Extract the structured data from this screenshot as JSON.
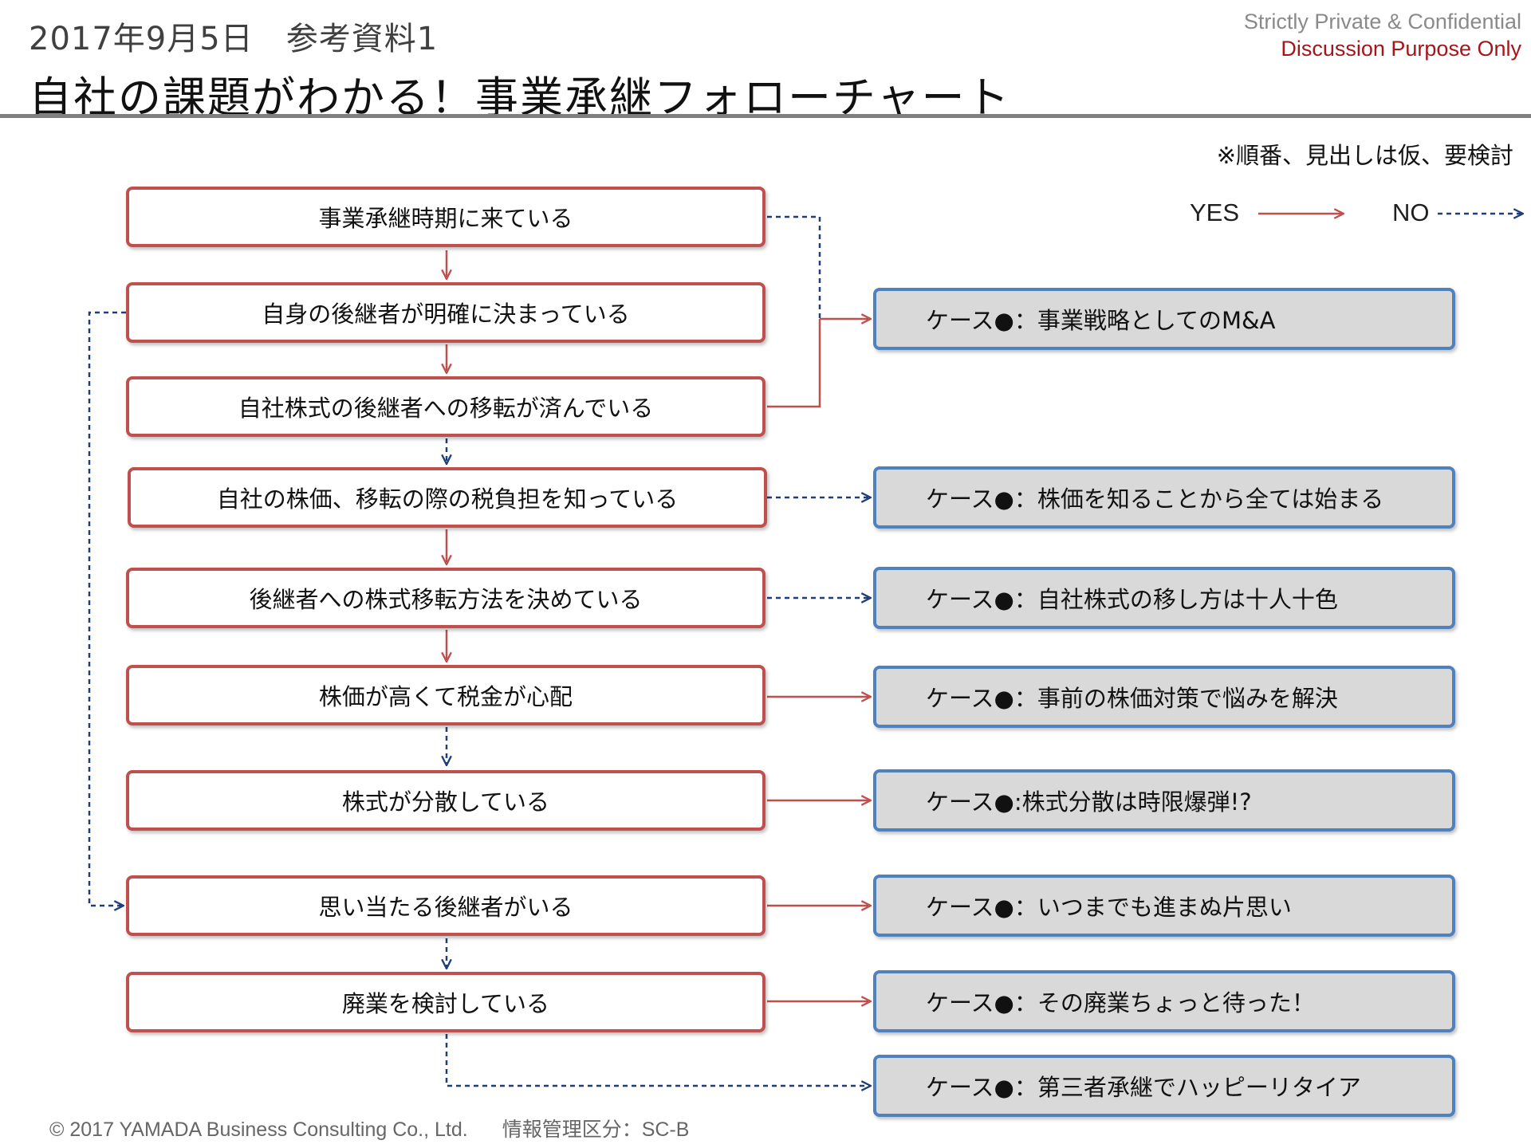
{
  "header": {
    "date_ref": "2017年9月5日　参考資料1",
    "title": "自社の課題がわかる！事業承継フォローチャート",
    "confidential_line1": "Strictly Private & Confidential",
    "confidential_line2": "Discussion Purpose Only",
    "note": "※順番、見出しは仮、要検討"
  },
  "legend": {
    "yes_label": "YES",
    "no_label": "NO",
    "yes_color": "#c0504d",
    "no_color": "#1f3f7a"
  },
  "questions": [
    "事業承継時期に来ている",
    "自身の後継者が明確に決まっている",
    "自社株式の後継者への移転が済んでいる",
    "自社の株価、移転の際の税負担を知っている",
    "後継者への株式移転方法を決めている",
    "株価が高くて税金が心配",
    "株式が分散している",
    "思い当たる後継者がいる",
    "廃業を検討している"
  ],
  "cases": [
    "ケース●：事業戦略としてのM&A",
    "ケース●：株価を知ることから全ては始まる",
    "ケース●：自社株式の移し方は十人十色",
    "ケース●：事前の株価対策で悩みを解決",
    "ケース●:株式分散は時限爆弾!?",
    "ケース●：いつまでも進まぬ片思い",
    "ケース●：その廃業ちょっと待った！",
    "ケース●：第三者承継でハッピーリタイア"
  ],
  "footer": {
    "copyright": "© 2017 YAMADA Business Consulting Co., Ltd.",
    "info_class": "情報管理区分：SC-B"
  },
  "colors": {
    "question_border": "#c0504d",
    "case_border": "#4f81bd",
    "case_fill": "#d9d9d9",
    "rule": "#7f7f7f"
  }
}
